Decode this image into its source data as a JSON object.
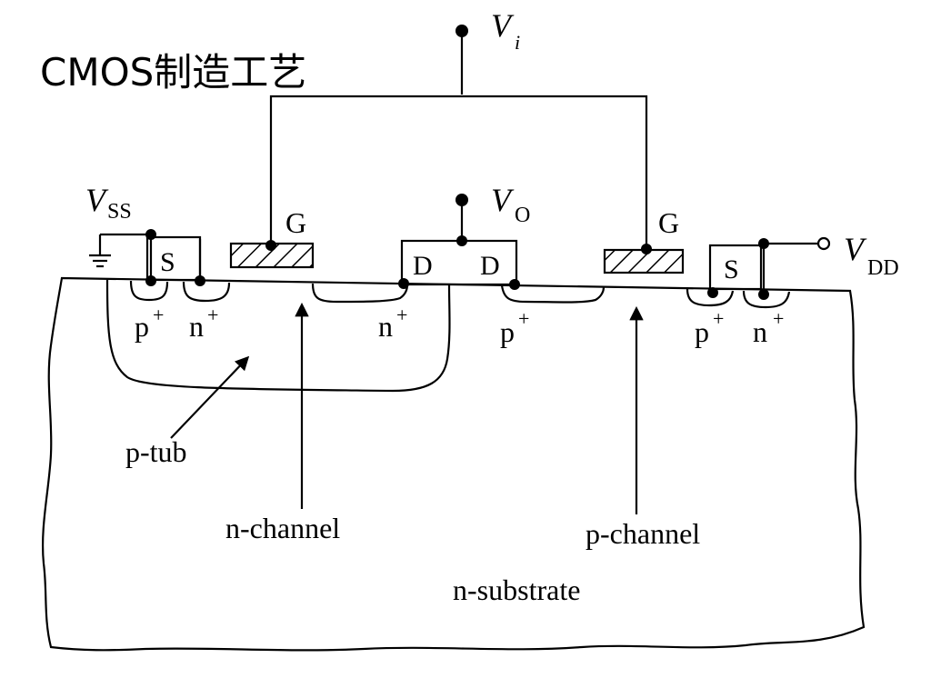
{
  "title": "CMOS制造工艺",
  "labels": {
    "vi_sym": "V",
    "vi_sub": "i",
    "vss_sym": "V",
    "vss_sub": "SS",
    "vo_sym": "V",
    "vo_sub": "O",
    "vdd_sym": "V",
    "vdd_sub": "DD",
    "gate_left": "G",
    "gate_right": "G",
    "source_left": "S",
    "source_right": "S",
    "drain_left": "D",
    "drain_right": "D",
    "p_plus": "p",
    "n_plus": "n",
    "plus": "+",
    "p_tub": "p-tub",
    "n_channel": "n-channel",
    "p_channel": "p-channel",
    "n_substrate": "n-substrate"
  }
}
